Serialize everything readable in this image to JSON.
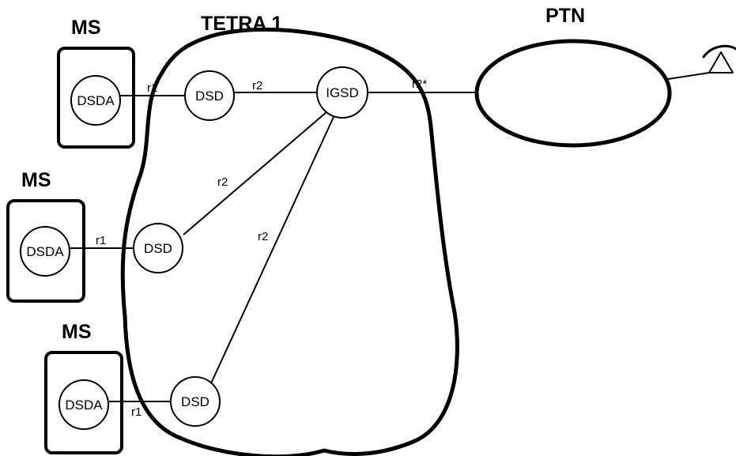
{
  "network": {
    "title": "TETRA 1"
  },
  "ptn": {
    "title": "PTN"
  },
  "stations": [
    {
      "ms_label": "MS",
      "dsda_label": "DSDA",
      "dsd_label": "DSD",
      "r1_label": "r1"
    },
    {
      "ms_label": "MS",
      "dsda_label": "DSDA",
      "dsd_label": "DSD",
      "r1_label": "r1"
    },
    {
      "ms_label": "MS",
      "dsda_label": "DSDA",
      "dsd_label": "DSD",
      "r1_label": "r1"
    }
  ],
  "gateway": {
    "label": "IGSD"
  },
  "links": {
    "top_r2": "r2",
    "middle_r2": "r2",
    "bottom_r2": "r2",
    "ptn_link": "r2*"
  },
  "terminal": {
    "icon": "telephone-icon"
  }
}
